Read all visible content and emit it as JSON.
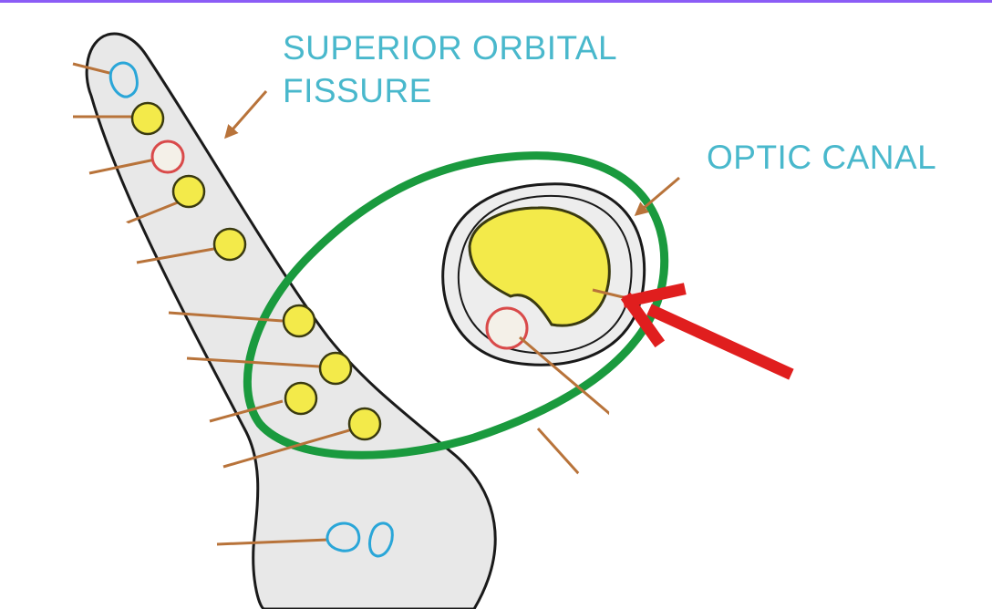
{
  "labels": {
    "superior_orbital_fissure_line1": "SUPERIOR ORBITAL",
    "superior_orbital_fissure_line2": "FISSURE",
    "optic_canal": "OPTIC CANAL"
  },
  "colors": {
    "label_text": "#49b8cc",
    "fissure_fill": "#e8e8e8",
    "outline": "#1a1a1a",
    "nerve_yellow": "#f3ea4a",
    "nerve_outline": "#3a3a10",
    "vein_blue": "#2aa6d8",
    "artery_red": "#d94a4a",
    "pointer_brown": "#b8733a",
    "ring_green": "#1a9a3e",
    "highlight_arrow": "#e01e1e",
    "top_bar": "#8b5cf6"
  }
}
